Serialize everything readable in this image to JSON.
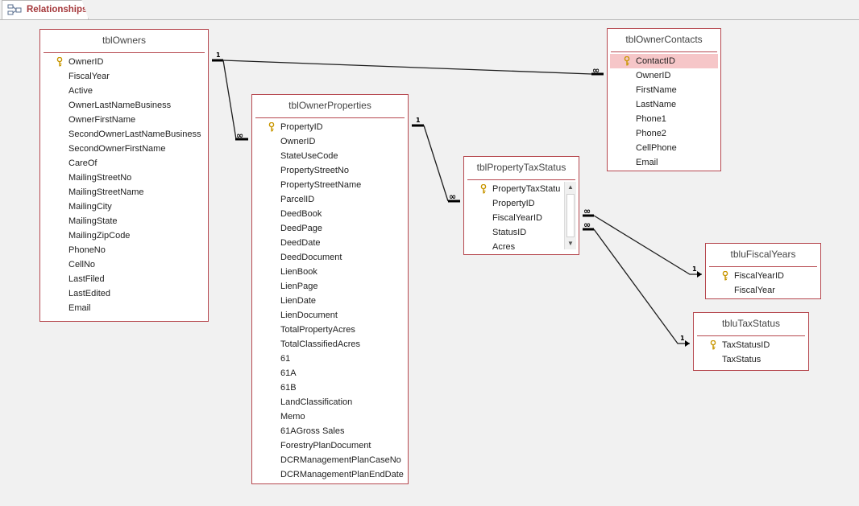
{
  "tab": {
    "label": "Relationships",
    "icon": "relationships-icon"
  },
  "tables": {
    "owners": {
      "name": "tblOwners",
      "fields": [
        "OwnerID",
        "FiscalYear",
        "Active",
        "OwnerLastNameBusiness",
        "OwnerFirstName",
        "SecondOwnerLastNameBusiness",
        "SecondOwnerFirstName",
        "CareOf",
        "MailingStreetNo",
        "MailingStreetName",
        "MailingCity",
        "MailingState",
        "MailingZipCode",
        "PhoneNo",
        "CellNo",
        "LastFiled",
        "LastEdited",
        "Email"
      ]
    },
    "ownerProperties": {
      "name": "tblOwnerProperties",
      "fields": [
        "PropertyID",
        "OwnerID",
        "StateUseCode",
        "PropertyStreetNo",
        "PropertyStreetName",
        "ParcelID",
        "DeedBook",
        "DeedPage",
        "DeedDate",
        "DeedDocument",
        "LienBook",
        "LienPage",
        "LienDate",
        "LienDocument",
        "TotalPropertyAcres",
        "TotalClassifiedAcres",
        "61",
        "61A",
        "61B",
        "LandClassification",
        "Memo",
        "61AGross Sales",
        "ForestryPlanDocument",
        "DCRManagementPlanCaseNo",
        "DCRManagementPlanEndDate"
      ]
    },
    "ownerContacts": {
      "name": "tblOwnerContacts",
      "fields": [
        "ContactID",
        "OwnerID",
        "FirstName",
        "LastName",
        "Phone1",
        "Phone2",
        "CellPhone",
        "Email"
      ]
    },
    "propertyTaxStatus": {
      "name": "tblPropertyTaxStatus",
      "fields": [
        "PropertyTaxStatu",
        "PropertyID",
        "FiscalYearID",
        "StatusID",
        "Acres"
      ]
    },
    "fiscalYears": {
      "name": "tbluFiscalYears",
      "fields": [
        "FiscalYearID",
        "FiscalYear"
      ]
    },
    "taxStatus": {
      "name": "tbluTaxStatus",
      "fields": [
        "TaxStatusID",
        "TaxStatus"
      ]
    }
  },
  "relationship_labels": {
    "one": "1",
    "many": "∞"
  },
  "colors": {
    "accent": "#a4373a",
    "border": "#b6484f",
    "selected": "#f6c6c8",
    "key": "#d9a400"
  }
}
